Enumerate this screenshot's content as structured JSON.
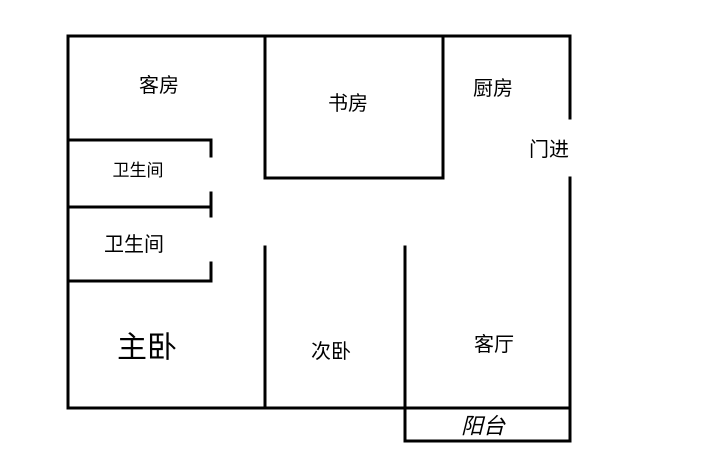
{
  "rooms": {
    "guest_room": "客房",
    "study": "书房",
    "kitchen": "厨房",
    "entrance": "门进",
    "bathroom_1": "卫生间",
    "bathroom_2": "卫生间",
    "master_bedroom": "主卧",
    "second_bedroom": "次卧",
    "living_room": "客厅",
    "balcony": "阳台"
  },
  "colors": {
    "line": "#000000",
    "background": "#ffffff"
  }
}
